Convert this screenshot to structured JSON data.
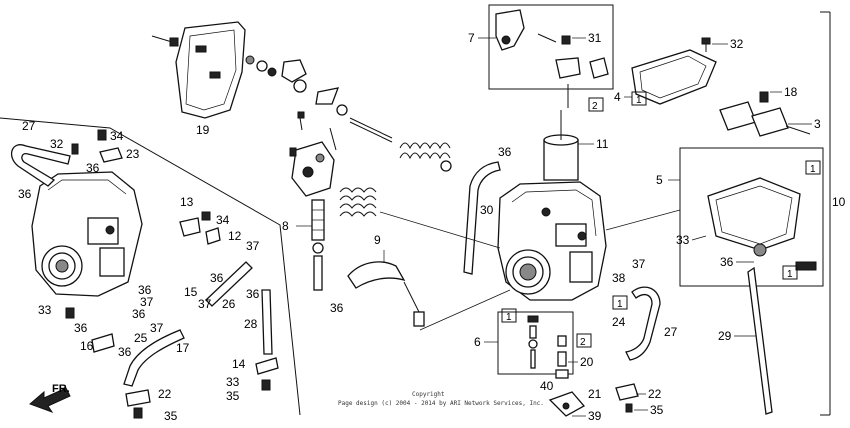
{
  "callouts": {
    "c1": "1",
    "c2": "2",
    "c3": "3",
    "c4": "4",
    "c5": "5",
    "c6": "6",
    "c7": "7",
    "c8": "8",
    "c9": "9",
    "c10": "10",
    "c11": "11",
    "c12": "12",
    "c13": "13",
    "c14": "14",
    "c15": "15",
    "c16": "16",
    "c17": "17",
    "c18": "18",
    "c19": "19",
    "c20": "20",
    "c21": "21",
    "c22": "22",
    "c23": "23",
    "c24": "24",
    "c25": "25",
    "c26": "26",
    "c27": "27",
    "c28": "28",
    "c29": "29",
    "c30": "30",
    "c31": "31",
    "c32": "32",
    "c33": "33",
    "c34": "34",
    "c35": "35",
    "c36": "36",
    "c37": "37",
    "c38": "38",
    "c39": "39",
    "c40": "40"
  },
  "direction_label": "FR.",
  "copyright_line1": "Copyright",
  "copyright_line2": "Page design (c) 2004 - 2014 by ARI Network Services, Inc."
}
